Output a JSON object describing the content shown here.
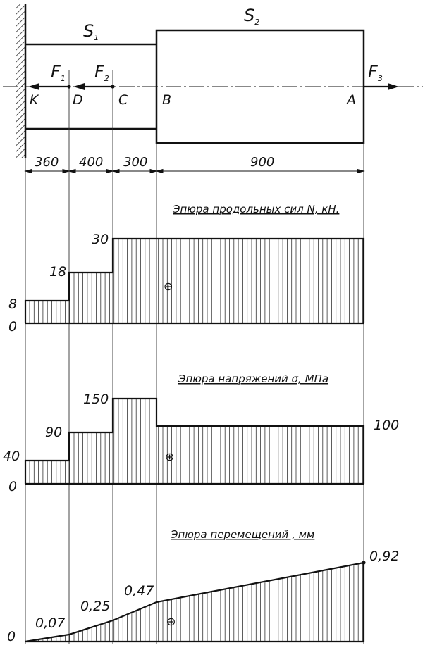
{
  "bar": {
    "section_labels": [
      {
        "id": "s1",
        "main": "S",
        "sub": "1"
      },
      {
        "id": "s2",
        "main": "S",
        "sub": "2"
      }
    ],
    "forces": [
      {
        "id": "f1",
        "main": "F",
        "sub": "1"
      },
      {
        "id": "f2",
        "main": "F",
        "sub": "2"
      },
      {
        "id": "f3",
        "main": "F",
        "sub": "3"
      }
    ],
    "points": [
      "K",
      "D",
      "C",
      "B",
      "A"
    ]
  },
  "dimensions": [
    "360",
    "400",
    "300",
    "900"
  ],
  "diagrams": {
    "plus_sign": "⊕",
    "force": {
      "title": "Эпюра продольных сил N, кН.",
      "zero_label": "0",
      "value_labels": [
        "8",
        "18",
        "30"
      ],
      "values": [
        8,
        18,
        30,
        30
      ]
    },
    "stress": {
      "title": "Эпюра напряжений σ, МПа",
      "zero_label": "0",
      "value_labels": [
        "40",
        "90",
        "150",
        "100"
      ],
      "values": [
        40,
        90,
        150,
        100
      ]
    },
    "displacement": {
      "title": "Эпюра перемещений , мм",
      "zero_label": "0",
      "value_labels": [
        "0,07",
        "0,25",
        "0,47",
        "0,92"
      ],
      "values": [
        0,
        0.07,
        0.25,
        0.47,
        0.92
      ]
    }
  }
}
